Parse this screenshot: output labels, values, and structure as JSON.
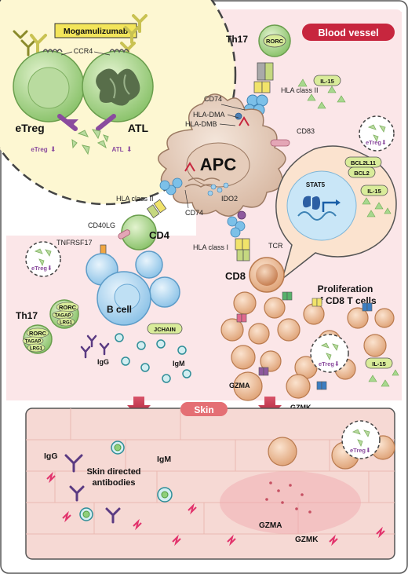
{
  "mog": {
    "drug": "Mogamulizumab",
    "receptor": "CCR4",
    "etreg": "eTreg",
    "atl": "ATL",
    "etreg_down": "eTreg",
    "atl_down": "ATL"
  },
  "vessel": {
    "title": "Blood vessel"
  },
  "th17_top": {
    "name": "Th17",
    "rorc": "RORC"
  },
  "apc": {
    "name": "APC",
    "cd74_top": "CD74",
    "hla_dma": "HLA-DMA",
    "hla_dmb": "HLA-DMB",
    "hla_class2_right": "HLA class II",
    "cd83": "CD83",
    "hla_class2_left": "HLA class II",
    "cd74_bottom": "CD74",
    "ido2": "IDO2",
    "hla_class1": "HLA class I",
    "tcr": "TCR"
  },
  "il15": {
    "top": "IL-15",
    "zoom": "IL-15",
    "right": "IL-15"
  },
  "zoom": {
    "bcl2l11": "BCL2L11",
    "bcl2": "BCL2",
    "stat5": "STAT5",
    "etreg": "eTreg"
  },
  "cd4": {
    "name": "CD4",
    "cd40lg": "CD40LG",
    "tnfrsf17": "TNFRSF17"
  },
  "bcell": {
    "name": "B cell",
    "etreg": "eTreg"
  },
  "th17_bottom": {
    "name": "Th17",
    "rorc1": "RORC",
    "tagap1": "TAGAP",
    "lrg1_1": "LRG1",
    "rorc2": "RORC",
    "tagap2": "TAGAP",
    "lrg1_2": "LRG1"
  },
  "plasma": {
    "jchain": "JCHAIN",
    "igg": "IgG",
    "igm": "IgM"
  },
  "cd8": {
    "name": "CD8",
    "prolif1": "Proliferation",
    "prolif2": "of CD8 T cells",
    "etreg": "eTreg",
    "gzma": "GZMA",
    "gzmk": "GZMK"
  },
  "skin": {
    "title": "Skin",
    "igg": "IgG",
    "igm": "IgM",
    "sda1": "Skin directed",
    "sda2": "antibodies",
    "gzma": "GZMA",
    "gzmk": "GZMK",
    "etreg": "eTreg"
  },
  "colors": {
    "vessel_bg": "#fbe6e8",
    "skin_bg": "#f6d9d4",
    "vessel_label": "#c7263e",
    "pill": "#d9ec9a",
    "treg_cell": "#a8d48a"
  }
}
